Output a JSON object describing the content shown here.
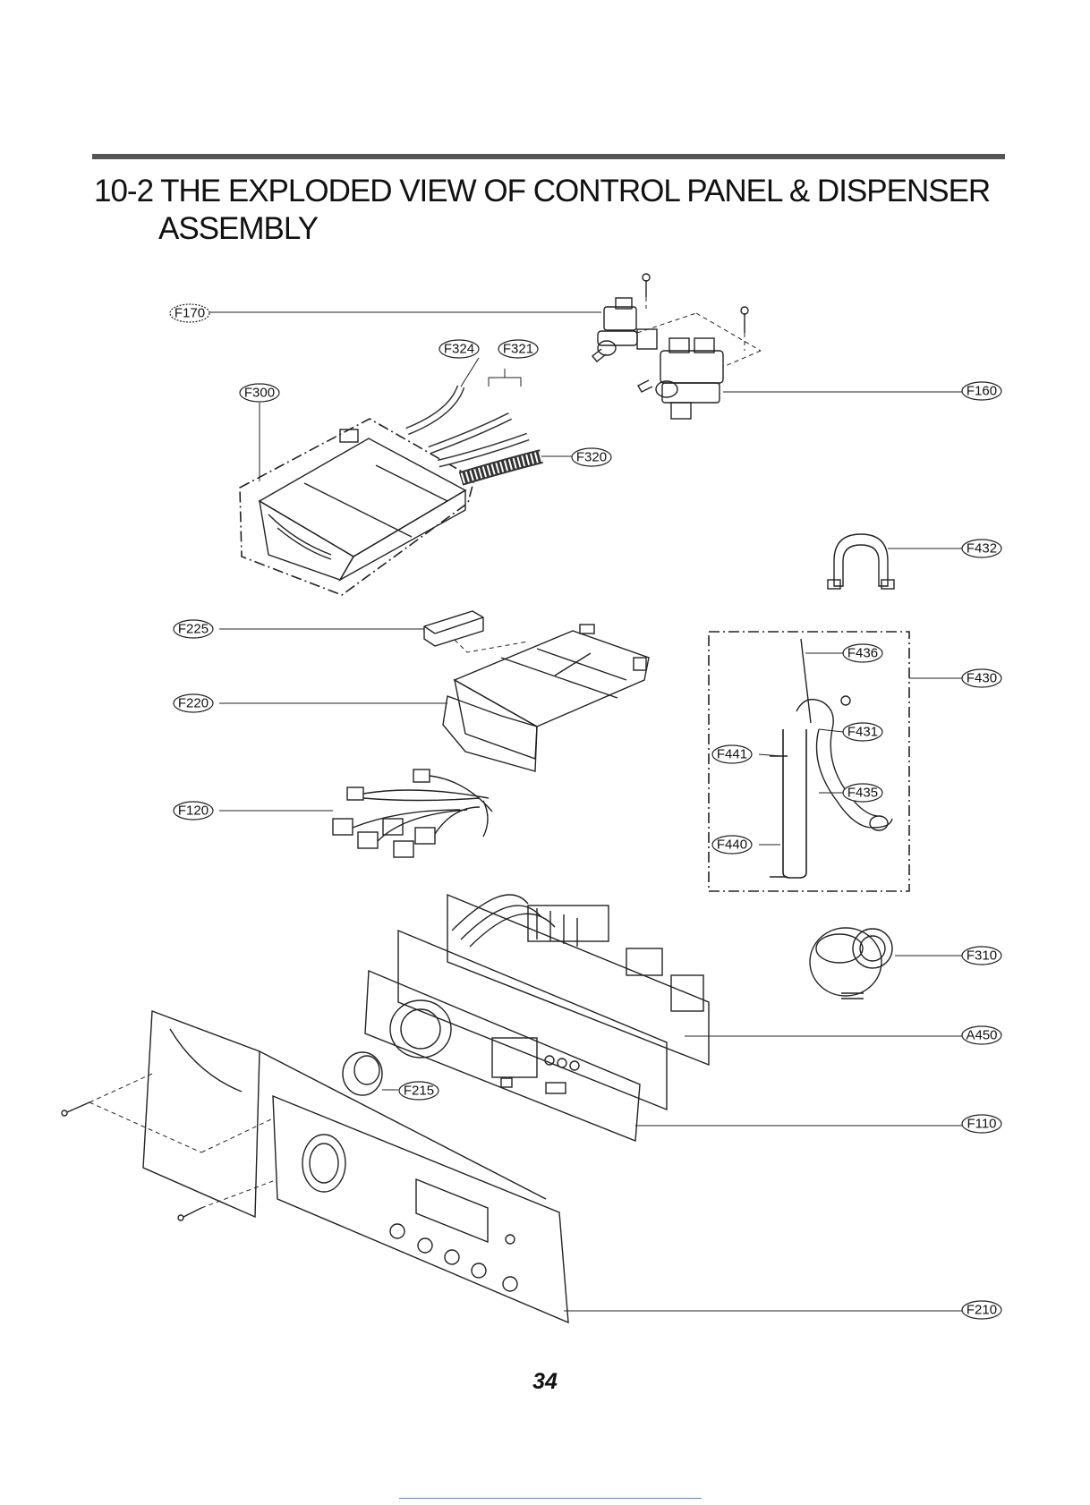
{
  "header": {
    "title_line1": "10-2 THE EXPLODED VIEW OF CONTROL PANEL & DISPENSER",
    "title_line2": "ASSEMBLY"
  },
  "callouts": [
    {
      "id": "F170",
      "label": "F170"
    },
    {
      "id": "F324",
      "label": "F324"
    },
    {
      "id": "F321",
      "label": "F321"
    },
    {
      "id": "F300",
      "label": "F300"
    },
    {
      "id": "F160",
      "label": "F160"
    },
    {
      "id": "F320",
      "label": "F320"
    },
    {
      "id": "F432",
      "label": "F432"
    },
    {
      "id": "F225",
      "label": "F225"
    },
    {
      "id": "F436",
      "label": "F436"
    },
    {
      "id": "F430",
      "label": "F430"
    },
    {
      "id": "F220",
      "label": "F220"
    },
    {
      "id": "F431",
      "label": "F431"
    },
    {
      "id": "F441",
      "label": "F441"
    },
    {
      "id": "F435",
      "label": "F435"
    },
    {
      "id": "F120",
      "label": "F120"
    },
    {
      "id": "F440",
      "label": "F440"
    },
    {
      "id": "F310",
      "label": "F310"
    },
    {
      "id": "A450",
      "label": "A450"
    },
    {
      "id": "F215",
      "label": "F215"
    },
    {
      "id": "F110",
      "label": "F110"
    },
    {
      "id": "F210",
      "label": "F210"
    }
  ],
  "page_number": "34"
}
